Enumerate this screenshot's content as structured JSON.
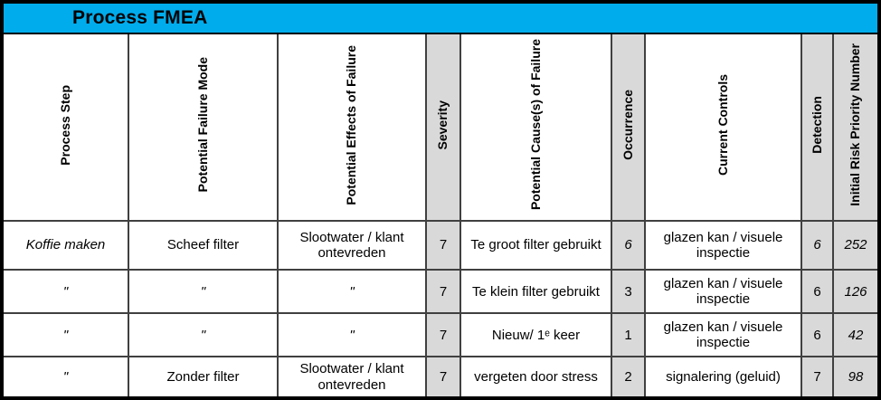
{
  "title": "Process FMEA",
  "colors": {
    "accent": "#00ACEC",
    "shaded": "#D9D9D9",
    "grid": "#404040",
    "outer": "#000000"
  },
  "columns": [
    {
      "label": "Process Step",
      "shaded": false
    },
    {
      "label": "Potential Failure Mode",
      "shaded": false
    },
    {
      "label": "Potential Effects of Failure",
      "shaded": false
    },
    {
      "label": "Severity",
      "shaded": true
    },
    {
      "label": "Potential Cause(s) of Failure",
      "shaded": false
    },
    {
      "label": "Occurrence",
      "shaded": true
    },
    {
      "label": "Current Controls",
      "shaded": false
    },
    {
      "label": "Detection",
      "shaded": true
    },
    {
      "label": "Initial Risk Priority Number",
      "shaded": true
    }
  ],
  "ditto_mark": "\"",
  "rows": [
    {
      "cells": [
        "Koffie maken",
        "Scheef filter",
        "Slootwater / klant ontevreden",
        "7",
        "Te groot filter gebruikt",
        "6",
        "glazen kan / visuele inspectie",
        "6",
        "252"
      ]
    },
    {
      "cells": [
        "\"",
        "\"",
        "\"",
        "7",
        "Te klein filter gebruikt",
        "3",
        "glazen kan / visuele inspectie",
        "6",
        "126"
      ]
    },
    {
      "cells": [
        "\"",
        "\"",
        "\"",
        "7",
        "Nieuw/ 1ᵉ keer",
        "1",
        "glazen kan / visuele inspectie",
        "6",
        "42"
      ]
    },
    {
      "cells": [
        "\"",
        "Zonder filter",
        "Slootwater / klant ontevreden",
        "7",
        "vergeten door stress",
        "2",
        "signalering (geluid)",
        "7",
        "98"
      ]
    }
  ]
}
